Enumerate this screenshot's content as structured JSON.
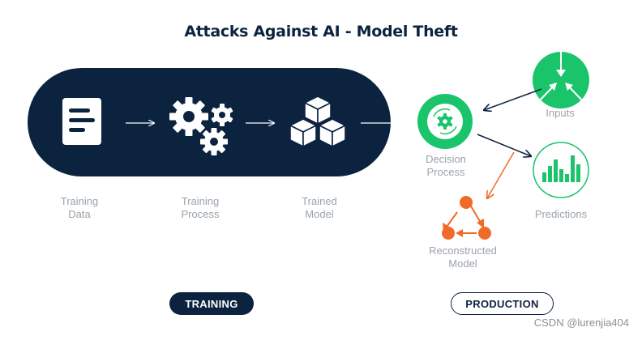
{
  "title": "Attacks Against AI - Model Theft",
  "stages": {
    "training_data": {
      "line1": "Training",
      "line2": "Data"
    },
    "training_process": {
      "line1": "Training",
      "line2": "Process"
    },
    "trained_model": {
      "line1": "Trained",
      "line2": "Model"
    },
    "decision_process": {
      "line1": "Decision",
      "line2": "Process"
    },
    "inputs": "Inputs",
    "predictions": "Predictions",
    "reconstructed_model": {
      "line1": "Reconstructed",
      "line2": "Model"
    }
  },
  "badges": {
    "training": "TRAINING",
    "production": "PRODUCTION"
  },
  "watermark": "CSDN @lurenjia404",
  "icons": [
    "document-icon",
    "gears-icon",
    "cubes-icon",
    "decision-gear-icon",
    "inputs-arrows-icon",
    "predictions-bars-icon",
    "reconstructed-network-icon"
  ],
  "colors": {
    "navy": "#0c2340",
    "green": "#19c46b",
    "light_green": "#e6f8ee",
    "orange": "#f26a2a",
    "gray_label": "#9aa3ad"
  }
}
